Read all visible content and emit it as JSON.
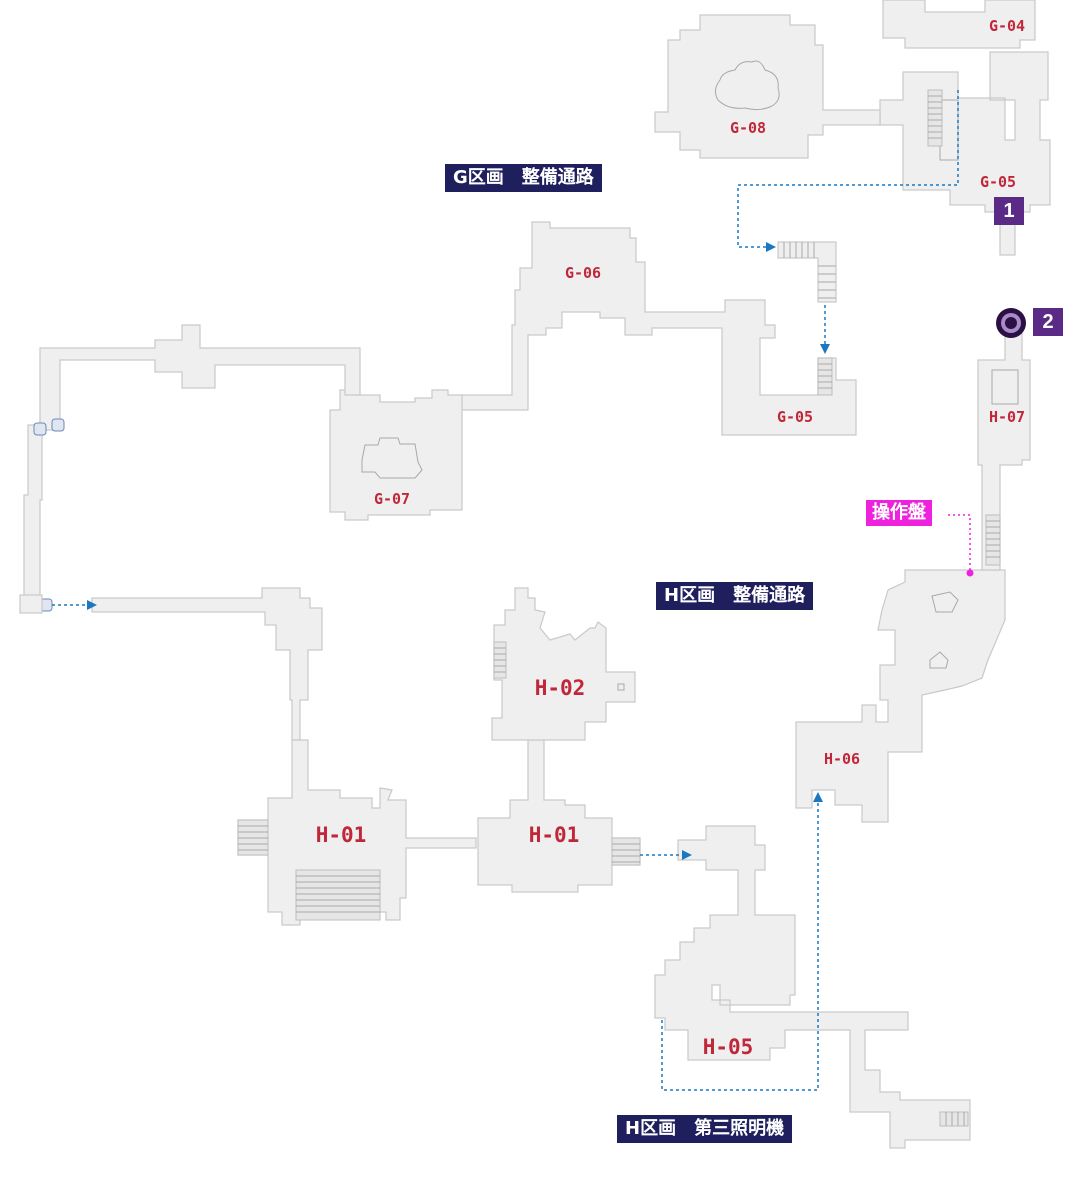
{
  "area_labels": {
    "g_corridor": "G区画　整備通路",
    "h_corridor": "H区画　整備通路",
    "h_light": "H区画　第三照明機"
  },
  "rooms": {
    "g04": "G-04",
    "g08": "G-08",
    "g05_top": "G-05",
    "g06": "G-06",
    "g05": "G-05",
    "g07": "G-07",
    "h07": "H-07",
    "h02": "H-02",
    "h06": "H-06",
    "h01_left": "H-01",
    "h01_right": "H-01",
    "h05": "H-05"
  },
  "markers": {
    "m1": "1",
    "m2": "2"
  },
  "callouts": {
    "control_panel": "操作盤"
  },
  "colors": {
    "area_label_bg": "#1f1f5e",
    "marker_bg": "#5b2a86",
    "room_label": "#c0283a",
    "route_line": "#1a78c2",
    "control_panel": "#ee22dd",
    "floor": "#efefef"
  },
  "icons": {
    "start_point": "ring-marker-icon",
    "route_arrow": "arrow-right-icon",
    "door": "door-icon"
  }
}
